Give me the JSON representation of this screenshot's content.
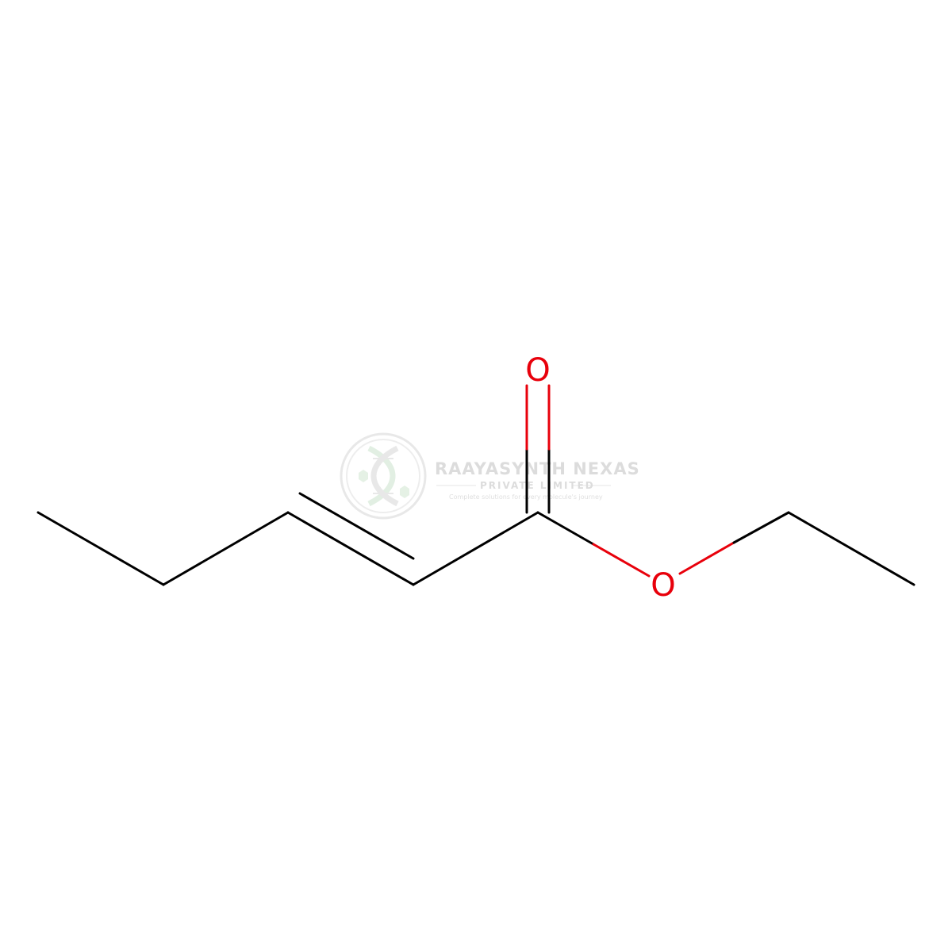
{
  "molecule": {
    "atoms": {
      "carbonyl_oxygen": "O",
      "ester_oxygen": "O"
    }
  },
  "watermark": {
    "company_name": "RAAYASYNTH NEXAS",
    "company_subtitle": "PRIVATE LIMITED",
    "tagline": "Complete solutions for every molecule's journey",
    "logo": "dna-helix-logo-icon"
  },
  "colors": {
    "bond": "#000000",
    "oxygen": "#e8000b",
    "watermark": "#d9d9d9"
  }
}
